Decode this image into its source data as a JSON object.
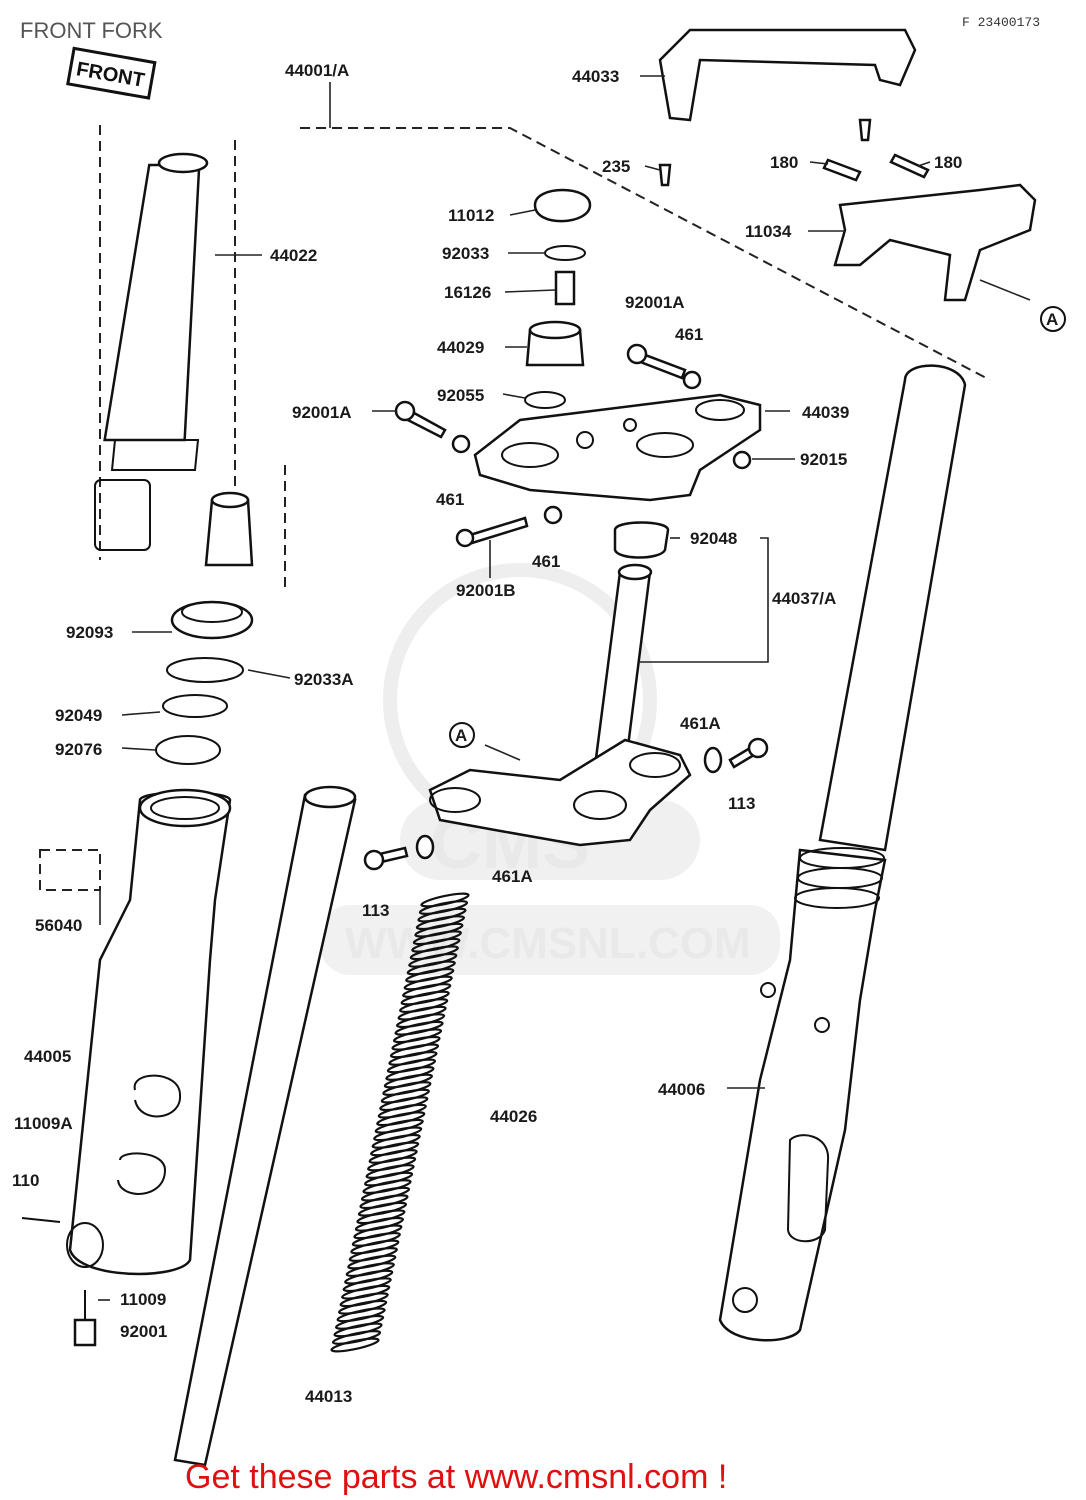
{
  "title": "FRONT FORK",
  "diagram_code": "F 23400173",
  "front_badge": "FRONT",
  "watermark": {
    "logo_text": "CMS",
    "url_text": "WWW.CMSNL.COM"
  },
  "footer": "Get these parts at www.cmsnl.com !",
  "parts": [
    "44001/A",
    "44033",
    "235",
    "180",
    "180",
    "11034",
    "A",
    "11012",
    "92033",
    "16126",
    "44029",
    "92001A",
    "461",
    "92001A",
    "92055",
    "44039",
    "461",
    "92015",
    "461",
    "92048",
    "92001B",
    "44037/A",
    "44022",
    "92093",
    "92033A",
    "92049",
    "92076",
    "56040",
    "A",
    "461A",
    "113",
    "113",
    "461A",
    "44005",
    "11009A",
    "110",
    "11009",
    "92001",
    "44026",
    "44006",
    "44013"
  ]
}
